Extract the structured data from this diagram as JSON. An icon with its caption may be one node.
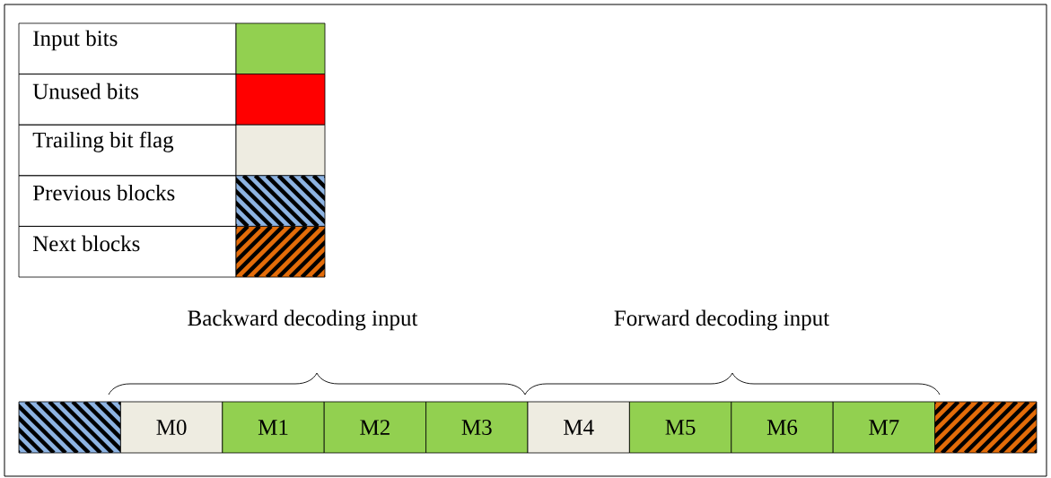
{
  "diagram": {
    "nodes": [
      {
        "text": [],
        "shape": "box"
      },
      {
        "text": [
          "M0"
        ]
      },
      {
        "text": [
          "M1"
        ]
      },
      {
        "text": [
          "M2"
        ]
      },
      {
        "text": [
          "M3"
        ]
      },
      {
        "text": [
          "M4"
        ]
      },
      {
        "text": [
          "M5"
        ]
      },
      {
        "text": [
          "M6"
        ]
      },
      {
        "text": [
          "M7"
        ]
      },
      {
        "text": [],
        "shape": "box"
      }
    ],
    "edges": [],
    "labels": [
      "Backward decoding input",
      "Forward decoding input"
    ],
    "legend": [
      {
        "text": "Input bits",
        "color": "#92d050"
      },
      {
        "text": "Unused bits",
        "color": "#ff0000"
      },
      {
        "text": "Trailing bit flag",
        "color": "#eeece1"
      },
      {
        "text": "Previous blocks"
      },
      {
        "text": "Next blocks"
      }
    ]
  }
}
